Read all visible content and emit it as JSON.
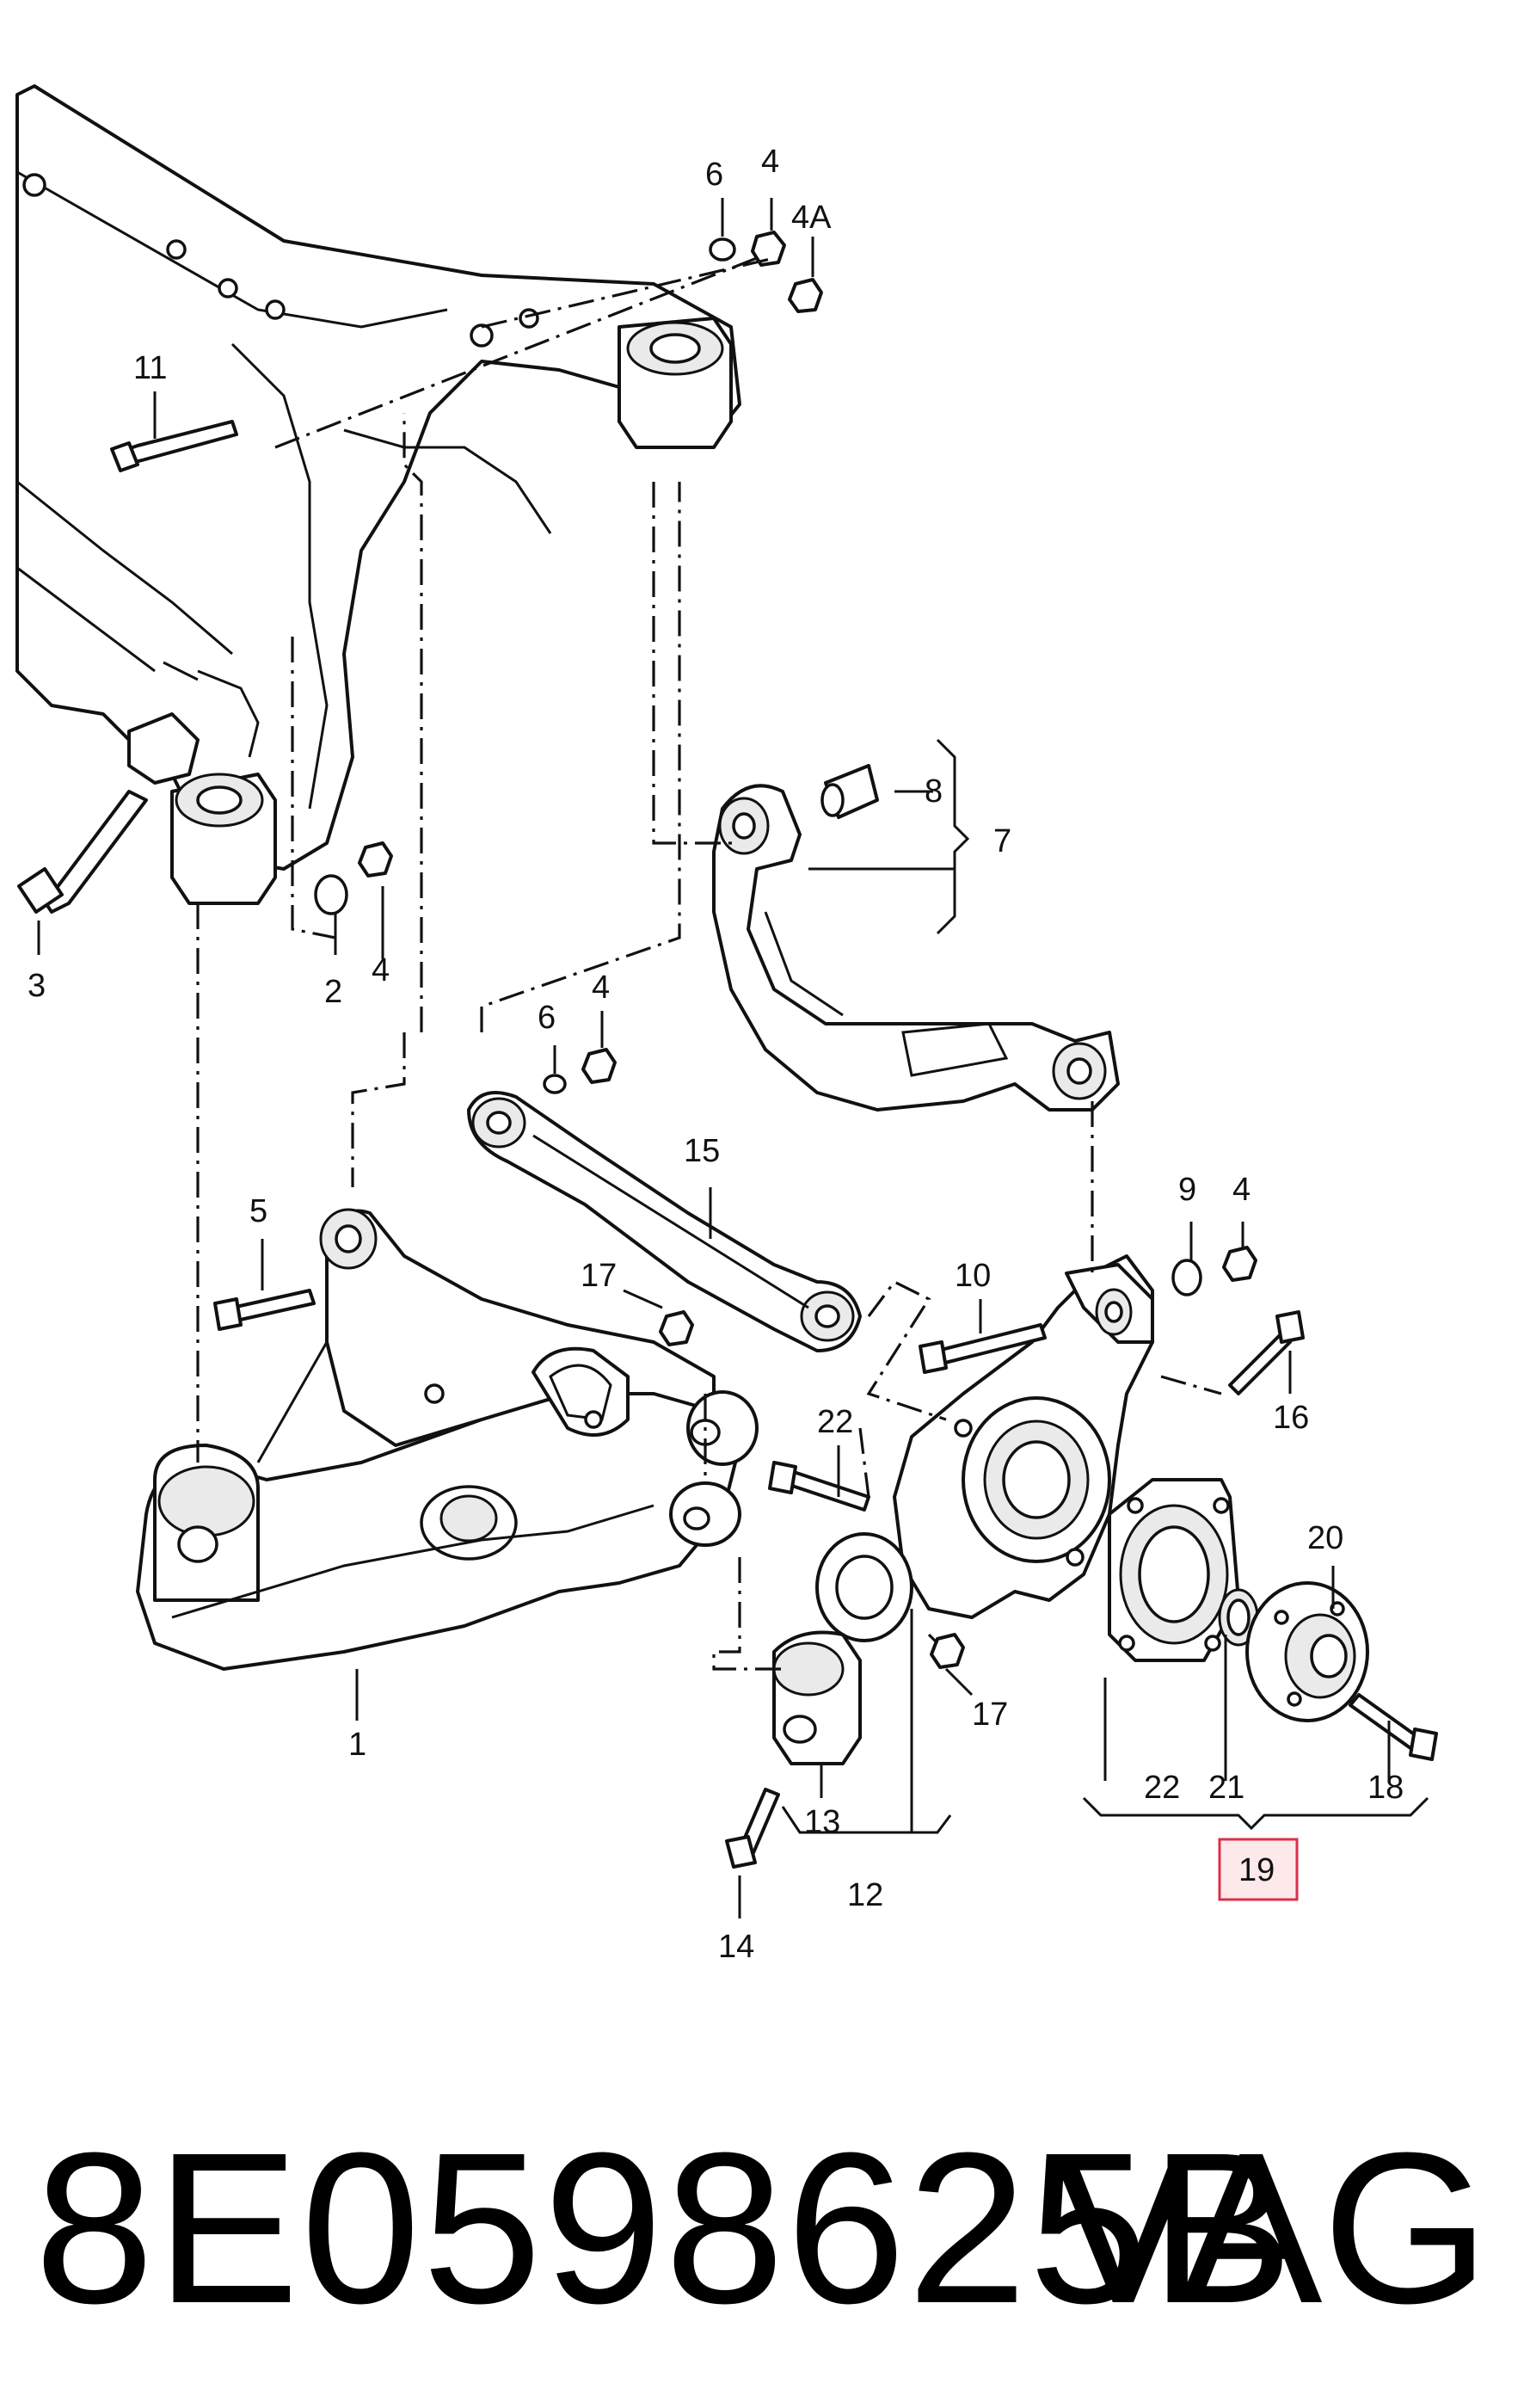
{
  "callouts": {
    "c1": "1",
    "c2": "2",
    "c3": "3",
    "c4_top": "4",
    "c4a": "4A",
    "c4_left": "4",
    "c4_mid": "4",
    "c4_right": "4",
    "c5": "5",
    "c6_top": "6",
    "c6_mid": "6",
    "c7": "7",
    "c8": "8",
    "c9": "9",
    "c10": "10",
    "c11": "11",
    "c12": "12",
    "c13": "13",
    "c14": "14",
    "c15": "15",
    "c16": "16",
    "c17_left": "17",
    "c17_right": "17",
    "c18": "18",
    "c19": "19",
    "c20": "20",
    "c21": "21",
    "c22_top": "22",
    "c22_bottom": "22"
  },
  "highlight_color": "#d9304a",
  "footer": {
    "part_number": "8E0598625B",
    "brand": "VAG"
  }
}
